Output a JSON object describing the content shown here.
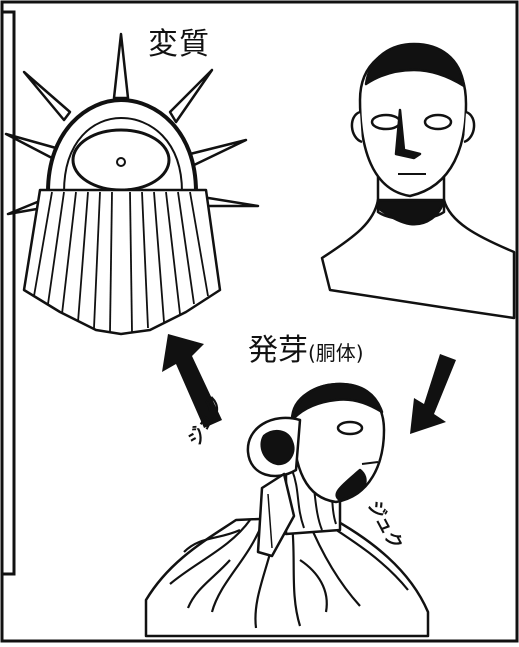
{
  "labels": {
    "transform": "変質",
    "sprout": "発芽",
    "sprout_sub": "(胴体)"
  },
  "sfx": {
    "left": "ジュク",
    "right": "ジュク"
  }
}
